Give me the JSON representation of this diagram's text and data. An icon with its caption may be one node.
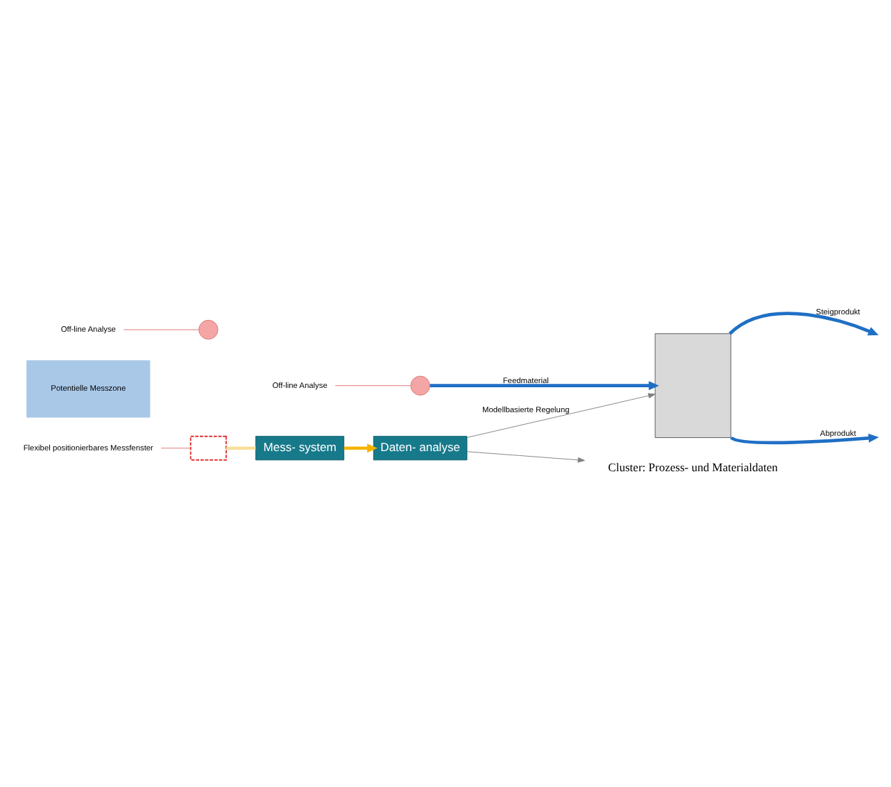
{
  "diagram": {
    "nodes": [
      {
        "text": [
          "Cluster: Prozess- und Materialdaten"
        ]
      },
      {
        "text": [
          "Daten- analyse"
        ]
      },
      {
        "text": [
          "Mess- system"
        ]
      },
      {
        "text": [
          "Potentielle Messzone"
        ]
      },
      {
        "text": [
          "Flexibel positionierbares Messfenster"
        ]
      },
      {
        "text": [],
        "shape": "box"
      },
      {
        "text": [],
        "shape": "box"
      },
      {
        "text": [
          "Off-line Analyse"
        ]
      },
      {
        "text": [],
        "shape": "circle"
      },
      {
        "text": [
          "Off-line Analyse"
        ]
      },
      {
        "text": [],
        "shape": "circle"
      }
    ],
    "edges": [
      {
        "from": 2,
        "to": 1,
        "arrow": "to",
        "style": "thick",
        "color": "#f5b400"
      },
      {
        "from": 1,
        "to": 0,
        "arrow": "to",
        "color": "#808080"
      },
      {
        "from": 1,
        "to": 6,
        "arrow": "to",
        "label": "Modellbasierte Regelung",
        "color": "#808080"
      },
      {
        "from": 5,
        "to": 2,
        "arrow": "none",
        "style": "thick",
        "color": "#f7df9a"
      },
      {
        "from": 4,
        "to": 5,
        "arrow": "none",
        "color": "#e07070"
      },
      {
        "from": 7,
        "to": 8,
        "arrow": "none",
        "color": "#e07070"
      },
      {
        "from": 9,
        "to": 10,
        "arrow": "none",
        "color": "#e07070"
      },
      {
        "from": 10,
        "to": 6,
        "arrow": "to",
        "label": "Feedmaterial",
        "style": "thick",
        "color": "#1f6fc5"
      },
      {
        "from": 6,
        "to": null,
        "arrow": "to",
        "label": "Steigprodukt",
        "style": "thick",
        "color": "#1f6fc5"
      },
      {
        "from": 6,
        "to": null,
        "arrow": "to",
        "label": "Abprodukt",
        "style": "thick",
        "color": "#1f6fc5"
      }
    ]
  }
}
